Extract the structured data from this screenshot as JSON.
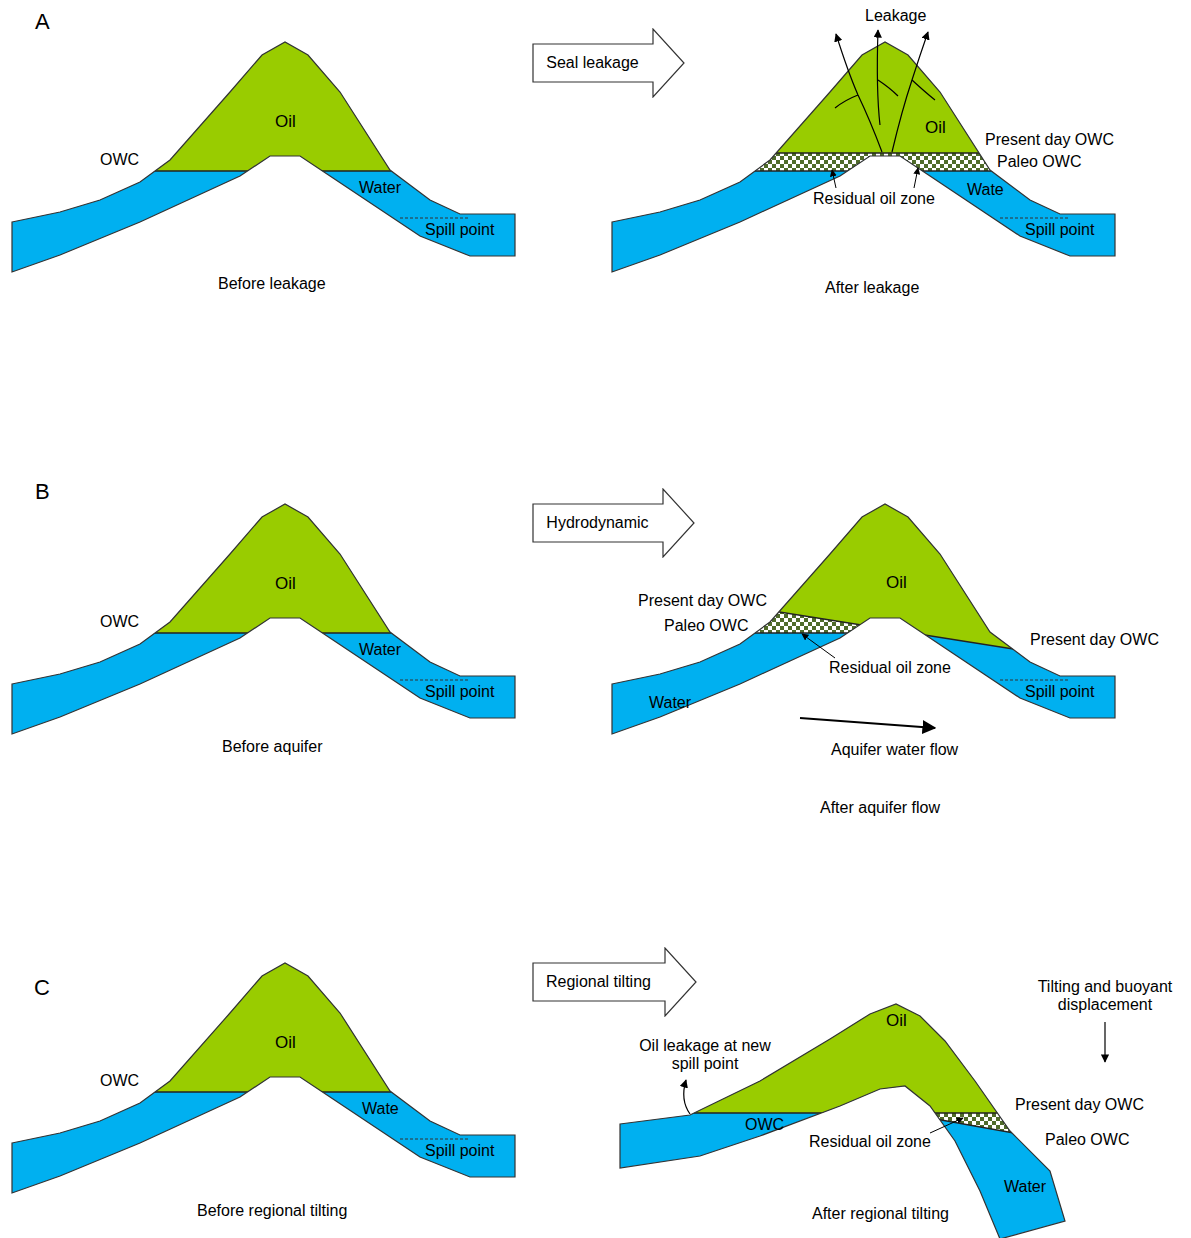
{
  "diagram": {
    "nodes": [
      {
        "text": [
          "Seal leakage"
        ]
      },
      {
        "text": [
          "Hydrodynamic"
        ]
      },
      {
        "text": [
          "Regional tilting"
        ]
      }
    ],
    "labels": [
      "A",
      "Oil",
      "OWC",
      "Water",
      "Spill point",
      "Before leakage",
      "Leakage",
      "Oil",
      "Present day OWC",
      "Paleo OWC",
      "Wate",
      "Residual oil zone",
      "Spill point",
      "After leakage",
      "B",
      "Oil",
      "OWC",
      "Water",
      "Spill point",
      "Before aquifer",
      "Oil",
      "Present day OWC",
      "Paleo OWC",
      "Residual oil zone",
      "Present day OWC",
      "Water",
      "Spill point",
      "Aquifer water flow",
      "After aquifer flow",
      "C",
      "Oil",
      "OWC",
      "Wate",
      "Spill point",
      "Before regional tilting",
      "Tilting and buoyant displacement",
      "Oil leakage at new spill point",
      "Oil",
      "OWC",
      "Present day OWC",
      "Residual oil zone",
      "Paleo OWC",
      "Water",
      "After regional tilting"
    ]
  }
}
